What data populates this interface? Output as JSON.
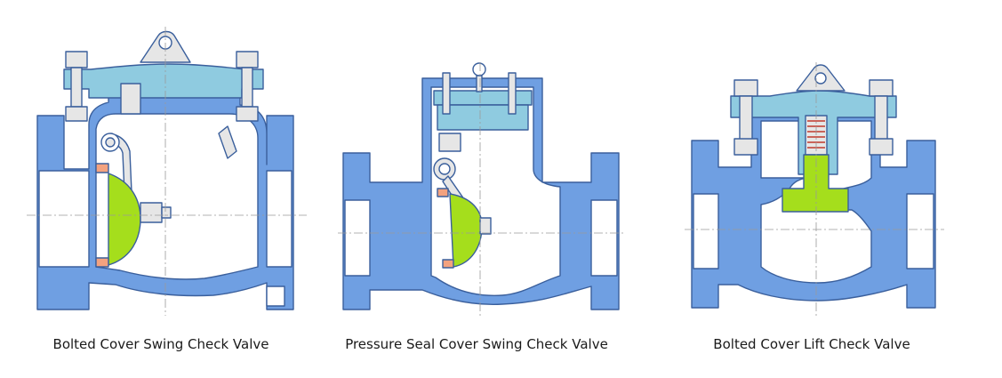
{
  "captions": {
    "valve_1": "Bolted Cover Swing Check Valve",
    "valve_2": "Pressure Seal Cover Swing Check Valve",
    "valve_3": "Bolted Cover Lift Check Valve"
  },
  "colors": {
    "body": "#6f9fe2",
    "body_outline": "#3a5f9c",
    "cover": "#8fcbe0",
    "disc": "#a5de1c",
    "seat_ring": "#f3a27f",
    "hardware": "#e6e6e6",
    "centerline": "#9a9a9a"
  }
}
